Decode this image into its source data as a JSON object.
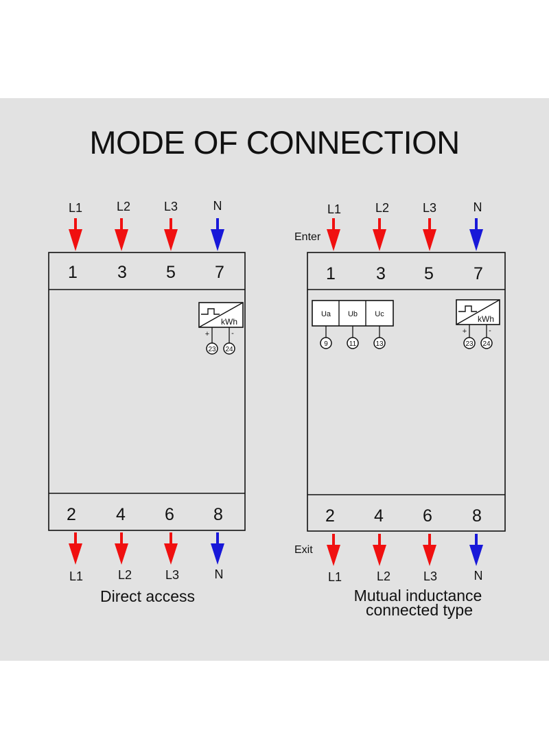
{
  "title": "MODE OF CONNECTION",
  "colors": {
    "phase_arrow": "#f01010",
    "neutral_arrow": "#1818d8",
    "panel_bg": "#e2e2e2",
    "line": "#111111"
  },
  "direct": {
    "top_lines": [
      "L1",
      "L2",
      "L3",
      "N"
    ],
    "top_terminals": [
      "1",
      "3",
      "5",
      "7"
    ],
    "bottom_terminals": [
      "2",
      "4",
      "6",
      "8"
    ],
    "bottom_lines": [
      "L1",
      "L2",
      "L3",
      "N"
    ],
    "pulse_unit": "kWh",
    "pulse_plus": "+",
    "pulse_minus": "-",
    "pulse_terminals": [
      "23",
      "24"
    ],
    "caption": "Direct access"
  },
  "mutual": {
    "enter_label": "Enter",
    "exit_label": "Exit",
    "top_lines": [
      "L1",
      "L2",
      "L3",
      "N"
    ],
    "top_terminals": [
      "1",
      "3",
      "5",
      "7"
    ],
    "bottom_terminals": [
      "2",
      "4",
      "6",
      "8"
    ],
    "bottom_lines": [
      "L1",
      "L2",
      "L3",
      "N"
    ],
    "voltage_inputs": [
      "Ua",
      "Ub",
      "Uc"
    ],
    "voltage_terminals": [
      "9",
      "11",
      "13"
    ],
    "pulse_unit": "kWh",
    "pulse_plus": "+",
    "pulse_minus": "-",
    "pulse_terminals": [
      "23",
      "24"
    ],
    "caption_line1": "Mutual inductance",
    "caption_line2": "connected type"
  }
}
